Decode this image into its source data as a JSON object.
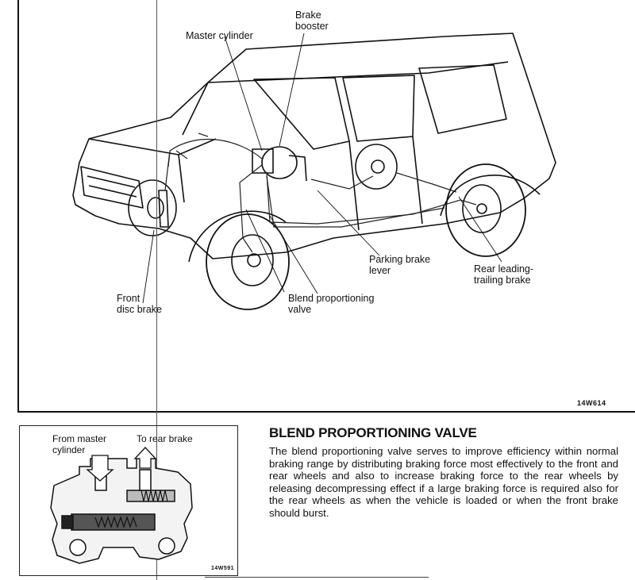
{
  "figure_top": {
    "callouts": {
      "brake_booster": "Brake\nbooster",
      "master_cylinder": "Master cylinder",
      "parking_brake_lever": "Parking brake\nlever",
      "rear_brake": "Rear leading-\ntrailing brake",
      "front_brake": "Front\ndisc brake",
      "blend_valve": "Blend proportioning\nvalve"
    },
    "figure_code": "14W614"
  },
  "figure_inset": {
    "from_master": "From master\ncylinder",
    "to_rear": "To rear brake",
    "figure_code": "14W591"
  },
  "section": {
    "title": "BLEND PROPORTIONING VALVE",
    "body": "The blend proportioning valve serves to improve efficiency within normal braking range by distributing braking force most effectively to the front and rear wheels and also to increase braking force to the rear wheels by releasing decompressing effect if a large braking force is required also for the rear wheels as when the vehicle is loaded or when the front brake should burst."
  }
}
